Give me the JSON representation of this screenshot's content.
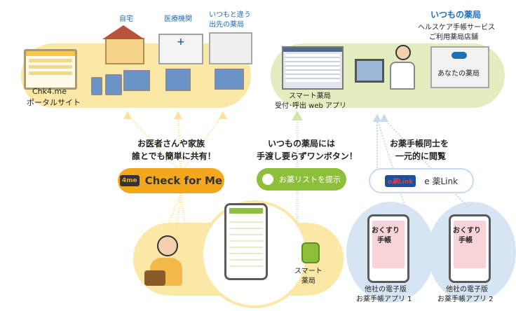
{
  "top_left": {
    "portal_line1": "Chk4.me",
    "portal_line2": "ポータルサイト",
    "loc_home": "自宅",
    "loc_hospital": "医療機関",
    "loc_other_line1": "いつもと違う",
    "loc_other_line2": "出先の薬局"
  },
  "top_right": {
    "title": "いつもの薬局",
    "subtitle_line1": "ヘルスケア手帳サービス",
    "subtitle_line2": "ご利用薬局店舗",
    "app_line1": "スマート薬局",
    "app_line2": "受付･呼出 web アプリ",
    "your_pharmacy": "あなたの薬局"
  },
  "middle": {
    "share_line1": "お医者さんや家族",
    "share_line2": "誰とでも簡単に共有！",
    "one_button_line1": "いつもの薬局には",
    "one_button_line2": "手渡し要らずワンボタン！",
    "unified_line1": "お薬手帳同士を",
    "unified_line2": "一元的に閲覧"
  },
  "buttons": {
    "check_for_me": "Check for Me",
    "check_badge": "4me",
    "medicine_list": "お薬リストを提示",
    "elink": "e 薬Link",
    "elink_logo": "e薬Link"
  },
  "bottom": {
    "smart_line1": "スマート",
    "smart_line2": "薬局",
    "book_title_line1": "おくすり",
    "book_title_line2": "手帳",
    "app1_line1": "他社の電子版",
    "app1_line2": "お薬手帳アプリ 1",
    "app2_line1": "他社の電子版",
    "app2_line2": "お薬手帳アプリ 2"
  },
  "colors": {
    "yellow_blob": "#fbe7a6",
    "green_blob": "#e3edbf",
    "blue_blob": "#d6e4f4",
    "check_button": "#f3a81b",
    "list_button": "#8dbf3b",
    "accent_blue": "#1f6fb8"
  }
}
